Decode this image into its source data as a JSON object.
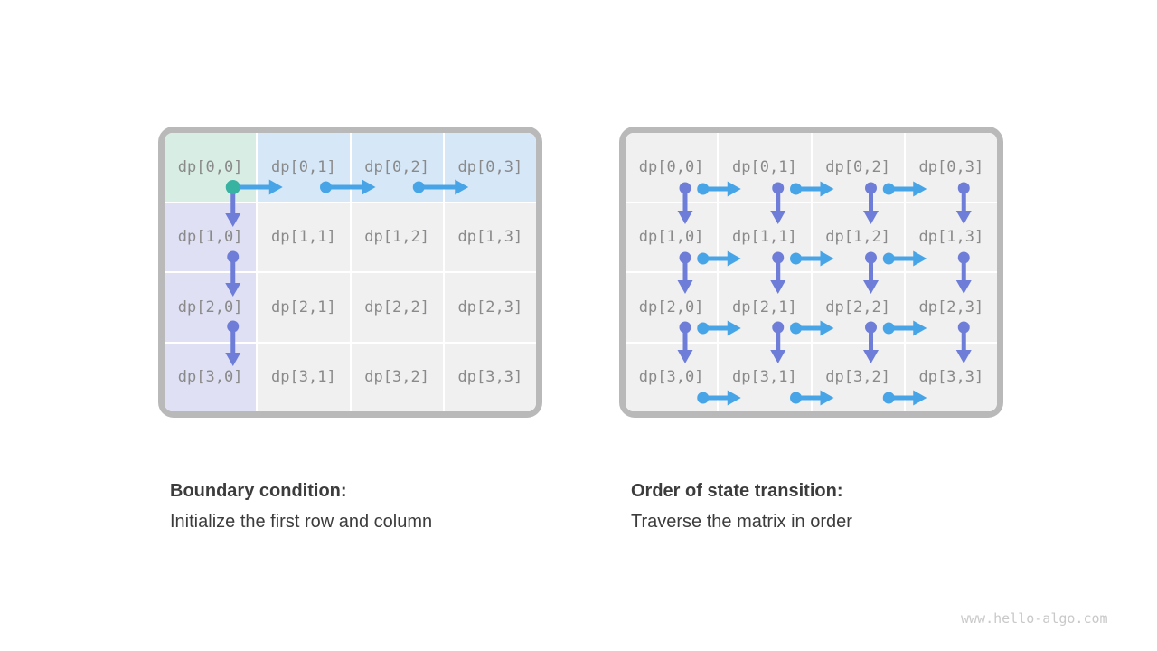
{
  "page": {
    "watermark": "www.hello-algo.com"
  },
  "colors": {
    "arrow_blue": "#47a5e7",
    "arrow_purple": "#6e7ed8",
    "dot_teal": "#38b2a1",
    "dot_blue": "#47a5e7",
    "dot_purple": "#6e7ed8",
    "cell_mint": "#d8ede4",
    "cell_blue": "#d6e8f8",
    "cell_lavender": "#dfe0f4",
    "cell_gray": "#f0f0f1",
    "panel_border": "#b9b9b9",
    "grid_line": "#ffffff",
    "dp_text": "#8a8a8a",
    "caption_text": "#3c3c3c",
    "watermark_text": "#c9c9c9"
  },
  "panels": [
    {
      "id": "boundary",
      "caption_title": "Boundary condition:",
      "caption_subtitle": "Initialize the first row and column",
      "cells": [
        [
          "dp[0,0]",
          "dp[0,1]",
          "dp[0,2]",
          "dp[0,3]"
        ],
        [
          "dp[1,0]",
          "dp[1,1]",
          "dp[1,2]",
          "dp[1,3]"
        ],
        [
          "dp[2,0]",
          "dp[2,1]",
          "dp[2,2]",
          "dp[2,3]"
        ],
        [
          "dp[3,0]",
          "dp[3,1]",
          "dp[3,2]",
          "dp[3,3]"
        ]
      ],
      "cell_styles": [
        [
          "mint",
          "blue",
          "blue",
          "blue"
        ],
        [
          "lavender",
          "gray",
          "gray",
          "gray"
        ],
        [
          "lavender",
          "gray",
          "gray",
          "gray"
        ],
        [
          "lavender",
          "gray",
          "gray",
          "gray"
        ]
      ],
      "arrows": [
        {
          "type": "right",
          "row": 0,
          "col": 0,
          "dot": null
        },
        {
          "type": "right",
          "row": 0,
          "col": 1,
          "dot": "blue"
        },
        {
          "type": "right",
          "row": 0,
          "col": 2,
          "dot": "blue"
        },
        {
          "type": "down",
          "row": 0,
          "col": 0,
          "dot": "teal"
        },
        {
          "type": "down",
          "row": 1,
          "col": 0,
          "dot": "purple"
        },
        {
          "type": "down",
          "row": 2,
          "col": 0,
          "dot": "purple"
        }
      ]
    },
    {
      "id": "traversal",
      "caption_title": "Order of state transition:",
      "caption_subtitle": "Traverse the matrix in order",
      "cells": [
        [
          "dp[0,0]",
          "dp[0,1]",
          "dp[0,2]",
          "dp[0,3]"
        ],
        [
          "dp[1,0]",
          "dp[1,1]",
          "dp[1,2]",
          "dp[1,3]"
        ],
        [
          "dp[2,0]",
          "dp[2,1]",
          "dp[2,2]",
          "dp[2,3]"
        ],
        [
          "dp[3,0]",
          "dp[3,1]",
          "dp[3,2]",
          "dp[3,3]"
        ]
      ],
      "cell_styles": [
        [
          "gray",
          "gray",
          "gray",
          "gray"
        ],
        [
          "gray",
          "gray",
          "gray",
          "gray"
        ],
        [
          "gray",
          "gray",
          "gray",
          "gray"
        ],
        [
          "gray",
          "gray",
          "gray",
          "gray"
        ]
      ],
      "arrows": [
        {
          "type": "down",
          "row": 0,
          "col": 0,
          "dot": "purple"
        },
        {
          "type": "down",
          "row": 0,
          "col": 1,
          "dot": "purple"
        },
        {
          "type": "down",
          "row": 0,
          "col": 2,
          "dot": "purple"
        },
        {
          "type": "down",
          "row": 0,
          "col": 3,
          "dot": "purple"
        },
        {
          "type": "right",
          "row": 0,
          "col": 0,
          "dot": "blue"
        },
        {
          "type": "right",
          "row": 0,
          "col": 1,
          "dot": "blue"
        },
        {
          "type": "right",
          "row": 0,
          "col": 2,
          "dot": "blue"
        },
        {
          "type": "down",
          "row": 1,
          "col": 0,
          "dot": "purple"
        },
        {
          "type": "down",
          "row": 1,
          "col": 1,
          "dot": "purple"
        },
        {
          "type": "down",
          "row": 1,
          "col": 2,
          "dot": "purple"
        },
        {
          "type": "down",
          "row": 1,
          "col": 3,
          "dot": "purple"
        },
        {
          "type": "right",
          "row": 1,
          "col": 0,
          "dot": "blue"
        },
        {
          "type": "right",
          "row": 1,
          "col": 1,
          "dot": "blue"
        },
        {
          "type": "right",
          "row": 1,
          "col": 2,
          "dot": "blue"
        },
        {
          "type": "down",
          "row": 2,
          "col": 0,
          "dot": "purple"
        },
        {
          "type": "down",
          "row": 2,
          "col": 1,
          "dot": "purple"
        },
        {
          "type": "down",
          "row": 2,
          "col": 2,
          "dot": "purple"
        },
        {
          "type": "down",
          "row": 2,
          "col": 3,
          "dot": "purple"
        },
        {
          "type": "right",
          "row": 2,
          "col": 0,
          "dot": "blue"
        },
        {
          "type": "right",
          "row": 2,
          "col": 1,
          "dot": "blue"
        },
        {
          "type": "right",
          "row": 2,
          "col": 2,
          "dot": "blue"
        },
        {
          "type": "right",
          "row": 3,
          "col": 0,
          "dot": "blue"
        },
        {
          "type": "right",
          "row": 3,
          "col": 1,
          "dot": "blue"
        },
        {
          "type": "right",
          "row": 3,
          "col": 2,
          "dot": "blue"
        }
      ]
    }
  ]
}
